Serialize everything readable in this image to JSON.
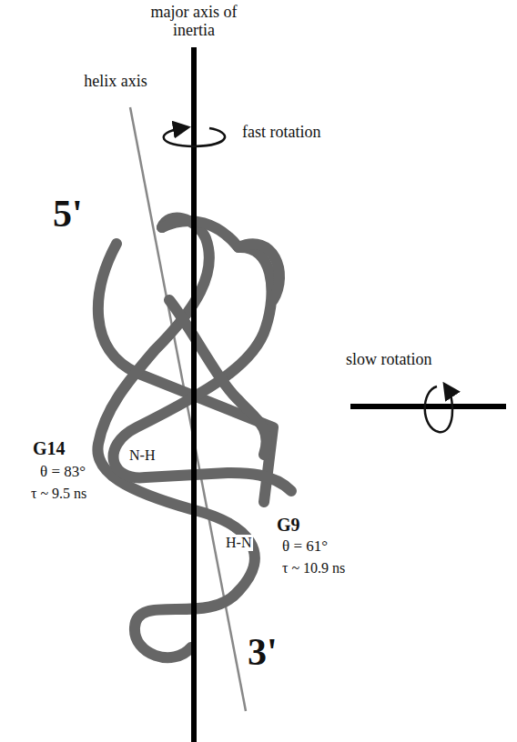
{
  "diagram": {
    "labels": [
      "major axis of inertia",
      "helix axis",
      "fast rotation",
      "5'",
      "slow rotation",
      "G14",
      "θ = 83°",
      "τ ~ 9.5 ns",
      "N-H",
      "G9",
      "θ = 61°",
      "τ ~ 10.9 ns",
      "H-N",
      "3'"
    ]
  }
}
